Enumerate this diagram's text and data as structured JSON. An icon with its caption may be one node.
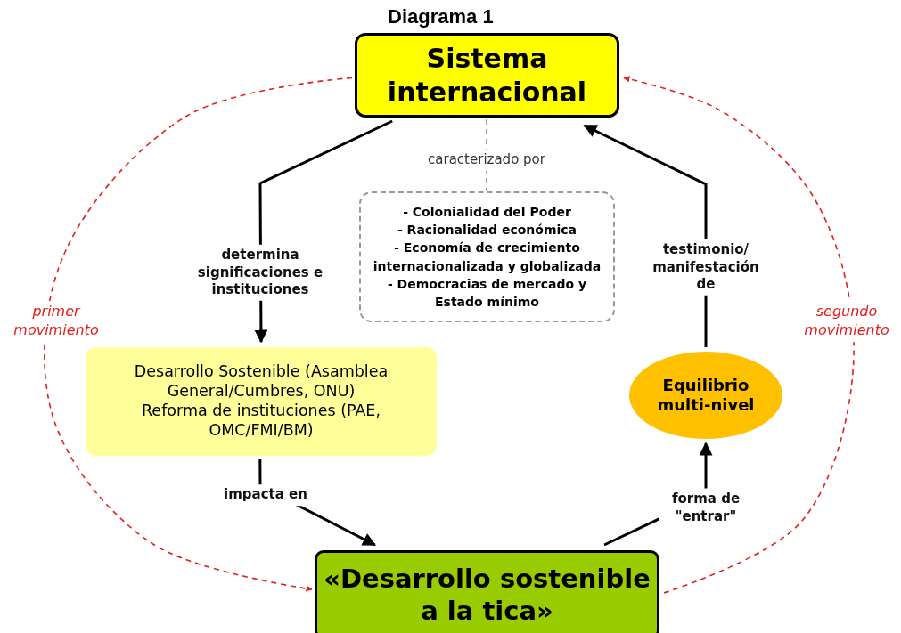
{
  "diagram": {
    "title": "Diagrama 1",
    "nodes": [
      {
        "text": [
          "Sistema internacional"
        ]
      },
      {
        "text": [
          "- Colonialidad del Poder",
          "- Racionalidad económica",
          "- Economía de crecimiento internacionalizada y globalizada",
          "- Democracias de mercado y Estado mínimo"
        ]
      },
      {
        "text": [
          "Desarrollo Sostenible (Asamblea General/Cumbres, ONU)",
          "Reforma de instituciones (PAE, OMC/FMI/BM)"
        ]
      },
      {
        "text": [
          "Equilibrio multi-nivel"
        ]
      },
      {
        "text": [
          "«Desarrollo sostenible a la tica»"
        ]
      }
    ],
    "edges": [
      {
        "from": 0,
        "to": 2,
        "arrow": "to",
        "label": "determina significaciones e instituciones"
      },
      {
        "from": 0,
        "to": 1,
        "arrow": "none",
        "label": "caracterizado por",
        "style": "dashed",
        "color": "#999999"
      },
      {
        "from": 2,
        "to": 4,
        "arrow": "to",
        "label": "impacta en"
      },
      {
        "from": 4,
        "to": 3,
        "arrow": "to",
        "label": "forma de \"entrar\""
      },
      {
        "from": 3,
        "to": 0,
        "arrow": "to",
        "label": "testimonio/ manifestación de"
      },
      {
        "from": 0,
        "to": 4,
        "arrow": "to",
        "label": "primer movimiento",
        "style": "dashed",
        "color": "#e02020"
      },
      {
        "from": 4,
        "to": 0,
        "arrow": "to",
        "label": "segundo movimiento",
        "style": "dashed",
        "color": "#e02020"
      }
    ]
  }
}
